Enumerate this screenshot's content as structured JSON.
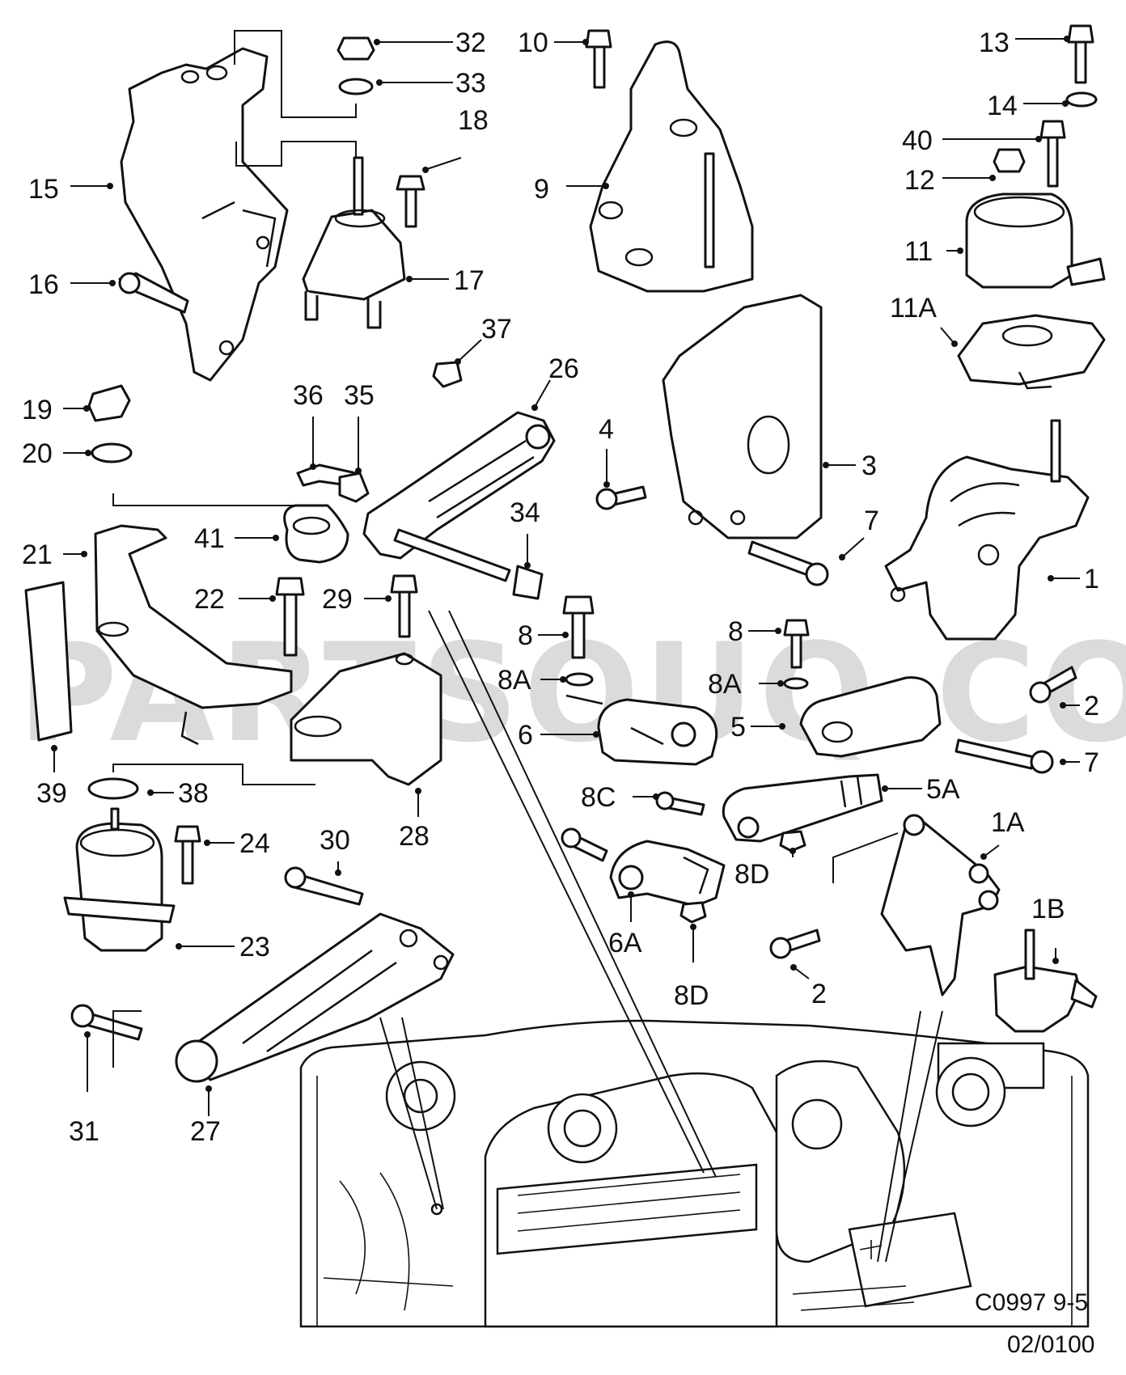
{
  "watermark": "PARTSOUQ.COM",
  "diagram_code": "C0997 9-5",
  "diagram_date": "02/0100",
  "callouts": [
    {
      "label": "32"
    },
    {
      "label": "33"
    },
    {
      "label": "10"
    },
    {
      "label": "13"
    },
    {
      "label": "14"
    },
    {
      "label": "18"
    },
    {
      "label": "40"
    },
    {
      "label": "15"
    },
    {
      "label": "9"
    },
    {
      "label": "12"
    },
    {
      "label": "11"
    },
    {
      "label": "16"
    },
    {
      "label": "17"
    },
    {
      "label": "11A"
    },
    {
      "label": "37"
    },
    {
      "label": "26"
    },
    {
      "label": "19"
    },
    {
      "label": "36"
    },
    {
      "label": "35"
    },
    {
      "label": "20"
    },
    {
      "label": "4"
    },
    {
      "label": "3"
    },
    {
      "label": "34"
    },
    {
      "label": "21"
    },
    {
      "label": "41"
    },
    {
      "label": "7"
    },
    {
      "label": "1"
    },
    {
      "label": "22"
    },
    {
      "label": "29"
    },
    {
      "label": "8"
    },
    {
      "label": "8"
    },
    {
      "label": "8A"
    },
    {
      "label": "8A"
    },
    {
      "label": "2"
    },
    {
      "label": "6"
    },
    {
      "label": "5"
    },
    {
      "label": "7"
    },
    {
      "label": "39"
    },
    {
      "label": "38"
    },
    {
      "label": "8C"
    },
    {
      "label": "5A"
    },
    {
      "label": "28"
    },
    {
      "label": "24"
    },
    {
      "label": "30"
    },
    {
      "label": "1A"
    },
    {
      "label": "8D"
    },
    {
      "label": "23"
    },
    {
      "label": "1B"
    },
    {
      "label": "6A"
    },
    {
      "label": "2"
    },
    {
      "label": "8D"
    },
    {
      "label": "31"
    },
    {
      "label": "27"
    }
  ]
}
